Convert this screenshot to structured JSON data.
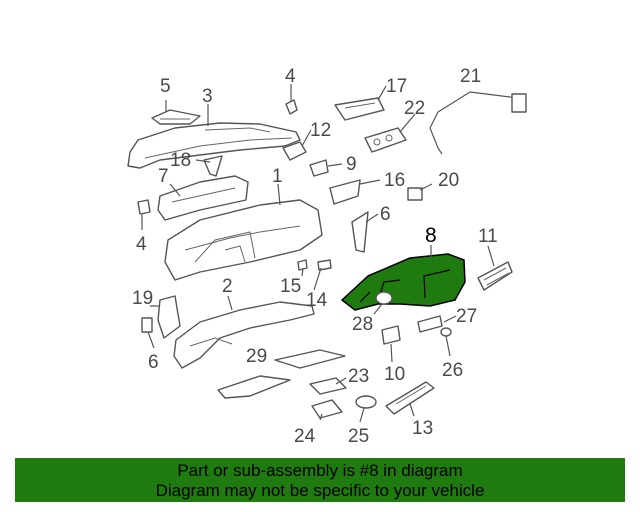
{
  "callouts": {
    "c1": "1",
    "c2": "2",
    "c3": "3",
    "c4a": "4",
    "c4b": "4",
    "c5": "5",
    "c6a": "6",
    "c6b": "6",
    "c7": "7",
    "c8": "8",
    "c9": "9",
    "c10": "10",
    "c11": "11",
    "c12": "12",
    "c13": "13",
    "c14": "14",
    "c15": "15",
    "c16": "16",
    "c17": "17",
    "c18": "18",
    "c19": "19",
    "c20": "20",
    "c21": "21",
    "c22": "22",
    "c23": "23",
    "c24": "24",
    "c25": "25",
    "c26": "26",
    "c27": "27",
    "c28": "28",
    "c29": "29"
  },
  "highlight": {
    "part_number": "8",
    "color": "#1f7a0f"
  },
  "banner": {
    "line1": "Part or sub-assembly is #8 in diagram",
    "line2": "Diagram may not be specific to your vehicle",
    "background": "#1f7a0f"
  }
}
